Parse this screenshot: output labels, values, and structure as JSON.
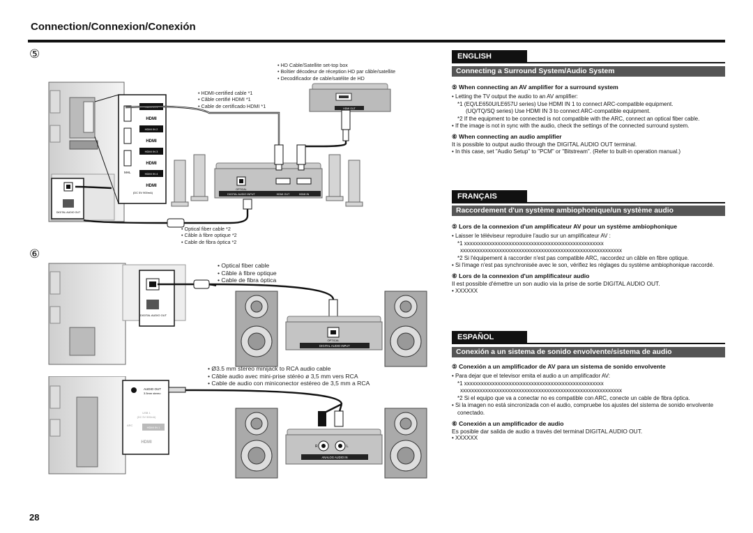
{
  "page_title": "Connection/Connexion/Conexión",
  "page_number": "28",
  "diagram1": {
    "step": "⑤",
    "settop_caption": [
      "HD Cable/Satellite set-top box",
      "Boîtier décodeur de réception HD par câble/satellite",
      "Decodificador de cable/satélite de HD"
    ],
    "hdmi_caption": [
      "HDMI-certified cable *1",
      "Câble certifié HDMI *1",
      "Cable de certificado HDMI *1"
    ],
    "optical_caption": [
      "Optical fiber cable *2",
      "Câble à fibre optique *2",
      "Cable de fibra óptica *2"
    ],
    "hdmi_in_1": "HDMI IN 1",
    "hdmi_in_2": "HDMI IN 2",
    "hdmi_in_3": "HDMI IN 3",
    "hdmi_in_4": "HDMI IN 4",
    "mhl": "MHL",
    "dc": "(DC 5V 900mA)",
    "hdmi_logo": "HDMI",
    "digital_audio_out": "DIGITAL AUDIO OUT",
    "hdmi_out": "HDMI OUT",
    "amp_optical": "OPTICAL",
    "amp_label_1": "DIGITAL AUDIO INPUT",
    "amp_label_2": "HDMI OUT",
    "amp_label_3": "HDMI IN"
  },
  "diagram2": {
    "step": "⑥",
    "optical_caption": [
      "Optical fiber cable",
      "Câble à fibre optique",
      "Cable de fibra óptica"
    ],
    "digital_audio_out": "DIGITAL AUDIO OUT",
    "amp_optical": "OPTICAL",
    "amp_label": "DIGITAL AUDIO INPUT"
  },
  "diagram3": {
    "rca_caption": [
      "Ø3.5 mm stereo minijack to RCA audio cable",
      "Câble audio avec mini-prise stéréo ø 3,5 mm vers RCA",
      "Cable de audio con miniconector estéreo de 3,5 mm a RCA"
    ],
    "audio_out": "AUDIO OUT",
    "audio_out_sub": "3.5mm stereo",
    "usb": "USB 1",
    "usb_sub": "(DC 5V 500mA)",
    "arc": "ARC",
    "hdmi_in_1": "HDMI IN 1",
    "hdmi_logo": "HDMI",
    "r": "R",
    "l": "L",
    "amp_label": "ANALOG AUDIO IN"
  },
  "english": {
    "lang": "ENGLISH",
    "section": "Connecting a Surround System/Audio System",
    "h5": "⑤ When connecting an AV amplifier for a surround system",
    "b1": "Letting the TV output the audio to an AV amplifier:",
    "n1a": "*1 (EQ/LE650U/LE657U series) Use HDMI IN 1 to connect ARC-compatible equipment.",
    "n1b": "(UQ/TQ/SQ series) Use HDMI IN 3 to connect ARC-compatible equipment.",
    "n2": "*2 If the equipment to be connected is not compatible with the ARC, connect an optical fiber cable.",
    "b2": "If the image is not in sync with the audio, check the settings of the connected surround system.",
    "h6": "⑥ When connecting an audio amplifier",
    "p6a": "It is possible to output audio through the DIGITAL AUDIO OUT terminal.",
    "b3": "In this case, set \"Audio Setup\" to \"PCM\" or \"Bitstream\". (Refer to built-in operation manual.)"
  },
  "francais": {
    "lang": "FRANÇAIS",
    "section": "Raccordement d'un système ambiophonique/un système audio",
    "h5": "⑤ Lors de la connexion d'un amplificateur AV pour un système ambiophonique",
    "b1": "Laisser le téléviseur reproduire l'audio sur un amplificateur AV :",
    "n1a": "*1 xxxxxxxxxxxxxxxxxxxxxxxxxxxxxxxxxxxxxxxxxxxxxxxxxx",
    "n1b": "xxxxxxxxxxxxxxxxxxxxxxxxxxxxxxxxxxxxxxxxxxxxxxxxxxxxxxxxxx",
    "n2": "*2 Si l'équipement à raccorder n'est pas compatible ARC, raccordez un câble en fibre optique.",
    "b2": "Si l'image n'est pas synchronisée avec le son, vérifiez les réglages du système ambiophonique raccordé.",
    "h6": "⑥ Lors de la connexion d'un amplificateur audio",
    "p6a": "Il est possible d'émettre un son audio via la prise de sortie DIGITAL AUDIO OUT.",
    "b3": "XXXXXX"
  },
  "espanol": {
    "lang": "ESPAÑOL",
    "section": "Conexión a un sistema de sonido envolvente/sistema de audio",
    "h5": "⑤ Conexión a un amplificador de AV para un sistema de sonido envolvente",
    "b1": "Para dejar que el televisor emita el audio a un amplificador AV:",
    "n1a": "*1 xxxxxxxxxxxxxxxxxxxxxxxxxxxxxxxxxxxxxxxxxxxxxxxxxx",
    "n1b": "xxxxxxxxxxxxxxxxxxxxxxxxxxxxxxxxxxxxxxxxxxxxxxxxxxxxxxxxxx",
    "n2": "*2 Si el equipo que va a conectar no es compatible con ARC, conecte un cable de fibra óptica.",
    "b2": "Si la imagen no está sincronizada con el audio, compruebe los ajustes del sistema de sonido envolvente conectado.",
    "h6": "⑥ Conexión a un amplificador de audio",
    "p6a": "Es posible dar salida de audio a través del terminal DIGITAL AUDIO OUT.",
    "b3": "XXXXXX"
  }
}
